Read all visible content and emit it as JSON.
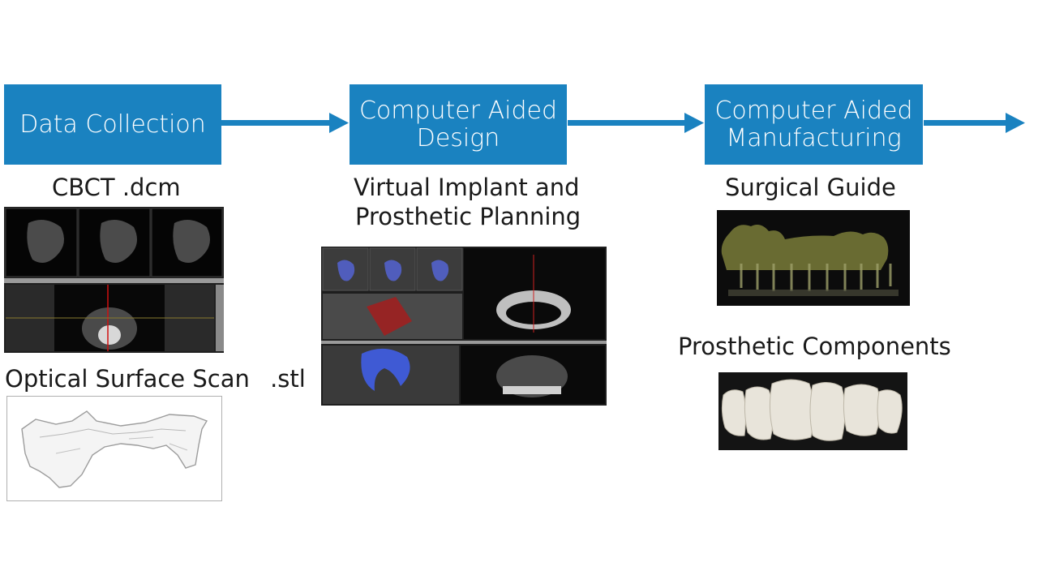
{
  "stages": [
    {
      "line1": "Data Collection",
      "line2": ""
    },
    {
      "line1": "Computer Aided",
      "line2": "Design"
    },
    {
      "line1": "Computer Aided",
      "line2": "Manufacturing"
    }
  ],
  "captions": {
    "cbct": "CBCT .dcm",
    "optical_scan": "Optical Surface Scan",
    "optical_ext": ".stl",
    "virtual_line1": "Virtual Implant and",
    "virtual_line2": "Prosthetic Planning",
    "surgical_guide": "Surgical Guide",
    "prosthetic_components": "Prosthetic Components"
  },
  "colors": {
    "stage_blue": "#1a82c0",
    "arrow_blue": "#1a82c0"
  }
}
